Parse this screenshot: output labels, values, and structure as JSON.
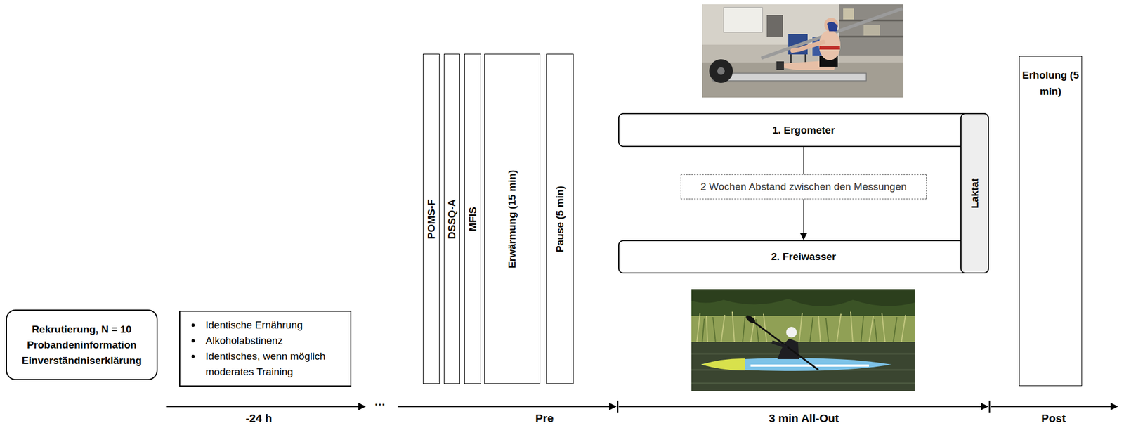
{
  "diagram": {
    "nodes": [
      {
        "text": [
          "Rekrutierung, N = 10",
          "Probandeninformation",
          "Einverständniserklärung"
        ]
      },
      {
        "text": [
          "Identische Ernährung",
          "Alkoholabstinenz",
          "Identisches, wenn möglich moderates Training"
        ]
      },
      {
        "text": [
          "POMS-F"
        ]
      },
      {
        "text": [
          "DSSQ-A"
        ]
      },
      {
        "text": [
          "MFIS"
        ]
      },
      {
        "text": [
          "Erwärmung (15 min)"
        ]
      },
      {
        "text": [
          "Pause (5 min)"
        ]
      },
      {
        "text": [
          "1. Ergometer"
        ]
      },
      {
        "text": [
          "2 Wochen Abstand zwischen den Messungen"
        ]
      },
      {
        "text": [
          "2. Freiwasser"
        ]
      },
      {
        "text": [
          "Laktat"
        ]
      },
      {
        "text": [
          "Erholung (5 min)"
        ]
      }
    ],
    "edges": [
      {
        "from": 7,
        "to": 8,
        "arrow": "none"
      },
      {
        "from": 8,
        "to": 9,
        "arrow": "to"
      }
    ],
    "labels": [
      "-24 h",
      "…",
      "Pre",
      "3 min All-Out",
      "Post"
    ]
  }
}
